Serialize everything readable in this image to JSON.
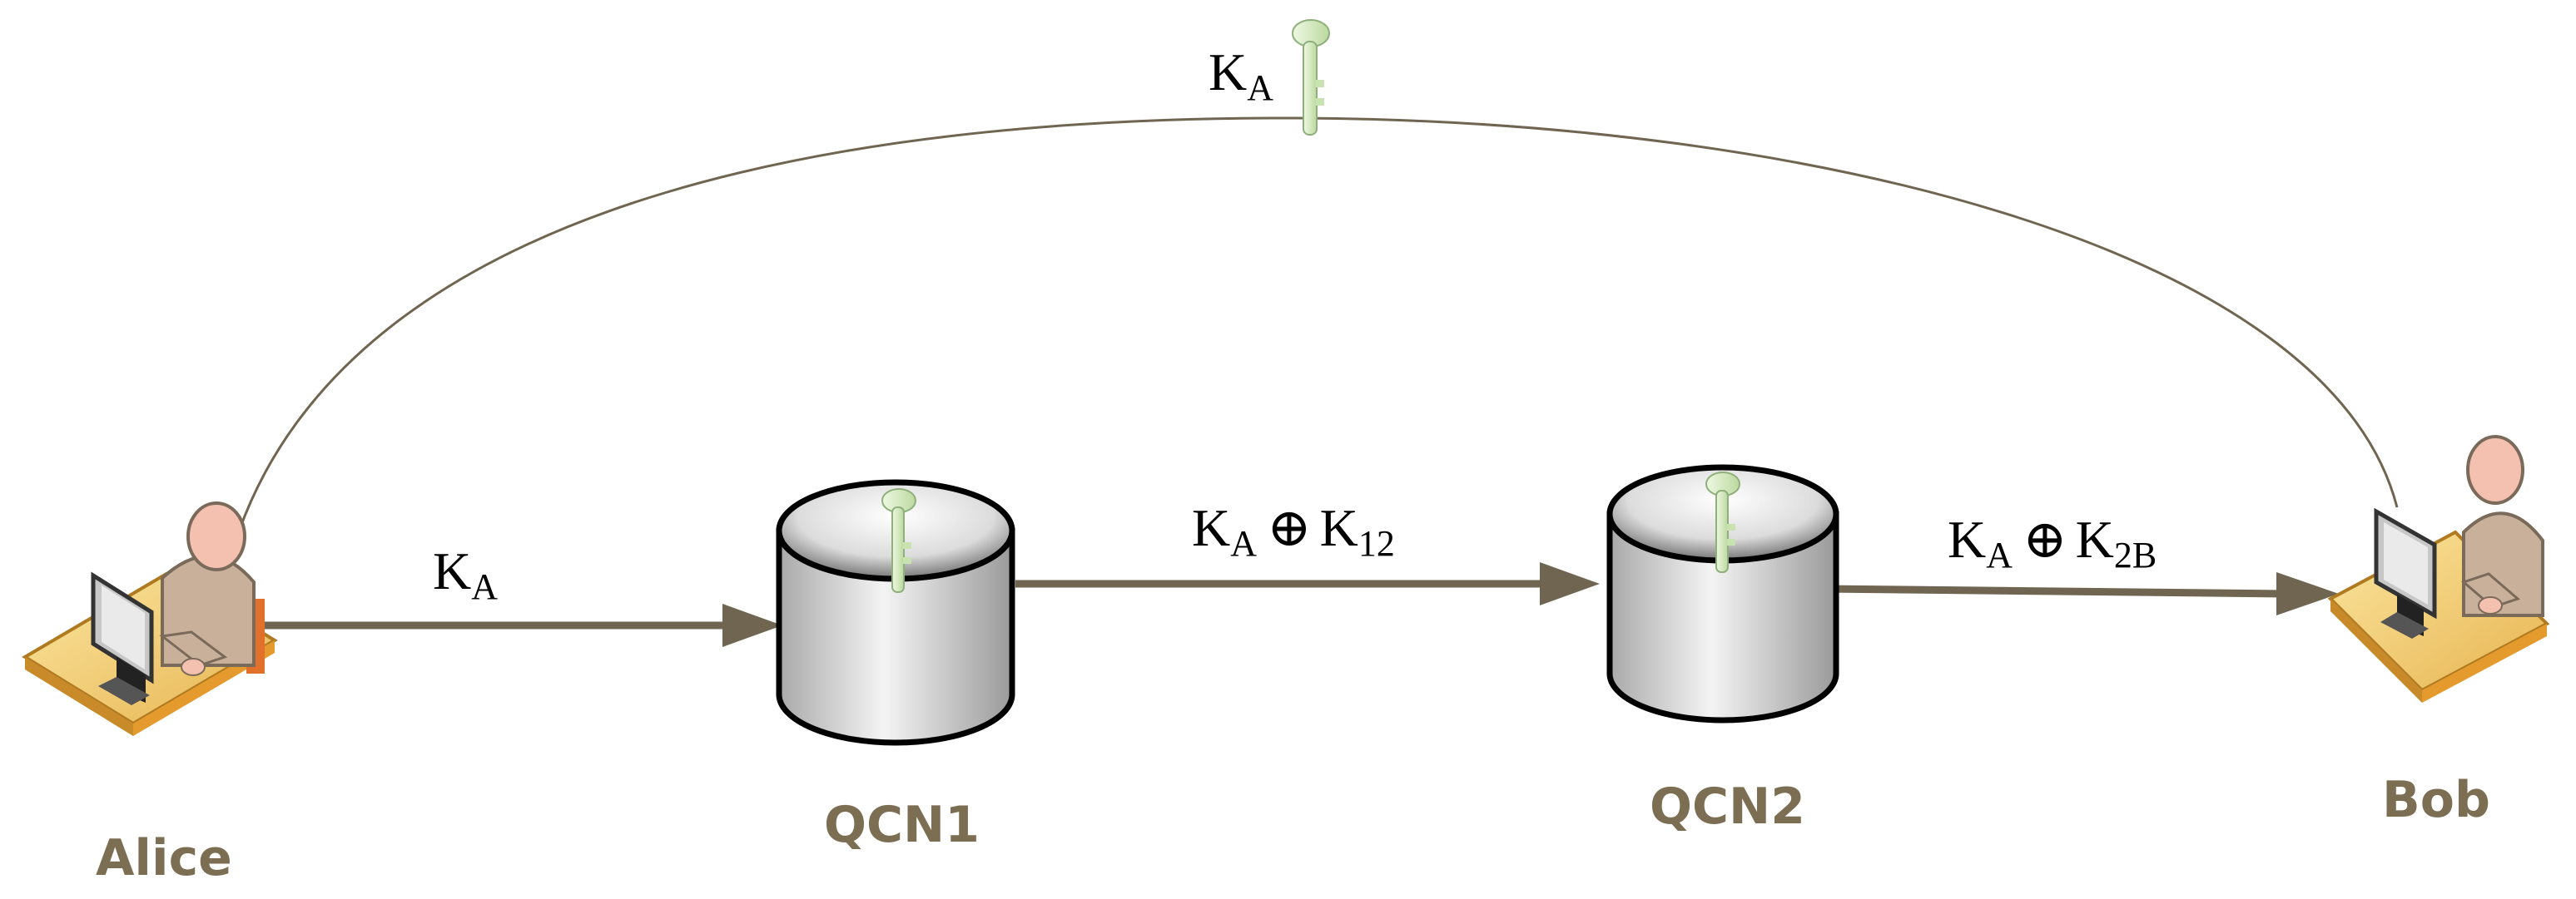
{
  "nodes": {
    "alice": {
      "label": "Alice"
    },
    "qcn1": {
      "label": "QCN1"
    },
    "qcn2": {
      "label": "QCN2"
    },
    "bob": {
      "label": "Bob"
    }
  },
  "links": {
    "top_arc": {
      "base": "K",
      "sub": "A"
    },
    "alice_to_qcn1": {
      "base": "K",
      "sub": "A"
    },
    "qcn1_to_qcn2": {
      "base1": "K",
      "sub1": "A",
      "op": "⊕",
      "base2": "K",
      "sub2": "12"
    },
    "qcn2_to_bob": {
      "base1": "K",
      "sub1": "A",
      "op": "⊕",
      "base2": "K",
      "sub2": "2B"
    }
  },
  "colors": {
    "arrow": "#6f6550",
    "arc": "#6f6550",
    "label": "#7c6e52",
    "key": "#d9ecc6"
  }
}
